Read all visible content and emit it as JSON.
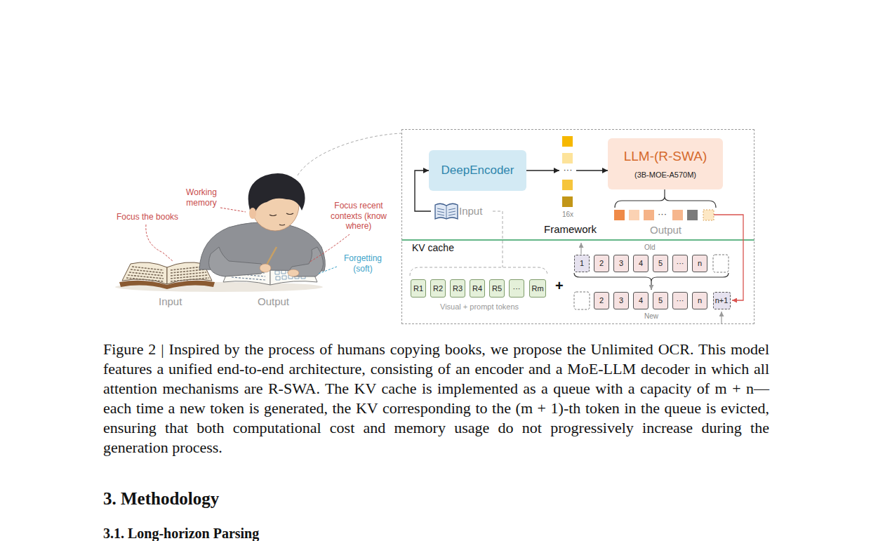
{
  "diagram": {
    "caption": "Figure 2 | Inspired by the process of humans copying books, we propose the Unlimited OCR. This model features a unified end-to-end architecture, consisting of an encoder and a MoE-LLM decoder in which all attention mechanisms are R-SWA. The KV cache is implemented as a queue with a capacity of m + n—each time a new token is generated, the KV corresponding to the (m + 1)-th token in the queue is evicted, ensuring that both computational cost and memory usage do not progressively increase during the generation process.",
    "nodes": [
      {
        "text": [
          "Framework",
          "KV cache"
        ]
      },
      {
        "text": [
          "Input"
        ],
        "in": 0
      },
      {
        "text": [
          "DeepEncoder"
        ],
        "in": 0
      },
      {
        "text": [
          "···",
          "16x"
        ],
        "in": 0
      },
      {
        "text": [
          "LLM-(R-SWA)",
          "(3B-MOE-A570M)"
        ],
        "in": 0
      },
      {
        "text": [
          "1"
        ],
        "in": 0
      },
      {
        "text": [
          "2"
        ],
        "in": 0
      },
      {
        "text": [
          "3"
        ],
        "in": 0
      },
      {
        "text": [
          "4"
        ],
        "in": 0
      },
      {
        "text": [
          "5"
        ],
        "in": 0
      },
      {
        "text": [
          "···"
        ],
        "in": 0
      },
      {
        "text": [
          "n"
        ],
        "in": 0
      },
      {
        "text": [
          "R1"
        ],
        "in": 0
      },
      {
        "text": [
          "R2"
        ],
        "in": 0
      },
      {
        "text": [
          "R3"
        ],
        "in": 0
      },
      {
        "text": [
          "R4"
        ],
        "in": 0
      },
      {
        "text": [
          "R5"
        ],
        "in": 0
      },
      {
        "text": [
          "···"
        ],
        "in": 0
      },
      {
        "text": [
          "Rm"
        ],
        "in": 0
      },
      {
        "text": [
          "2"
        ],
        "in": 0
      },
      {
        "text": [
          "3"
        ],
        "in": 0
      },
      {
        "text": [
          "4"
        ],
        "in": 0
      },
      {
        "text": [
          "5"
        ],
        "in": 0
      },
      {
        "text": [
          "···"
        ],
        "in": 0
      },
      {
        "text": [
          "n"
        ],
        "in": 0
      },
      {
        "text": [
          "n+1"
        ],
        "in": 0
      }
    ],
    "edges": [
      {
        "from": 1,
        "to": 2,
        "arrow": "to"
      },
      {
        "from": 2,
        "to": 3,
        "arrow": "to"
      },
      {
        "from": 3,
        "to": 4,
        "arrow": "to"
      }
    ],
    "labels": [
      "Working memory",
      "Focus the books",
      "Focus recent contexts (know where)",
      "Forgetting (soft)",
      "Input",
      "Output",
      "Output",
      "···",
      "Old",
      "New",
      "Visual + prompt tokens",
      "+",
      "3. Methodology",
      "3.1. Long-horizon Parsing"
    ]
  }
}
